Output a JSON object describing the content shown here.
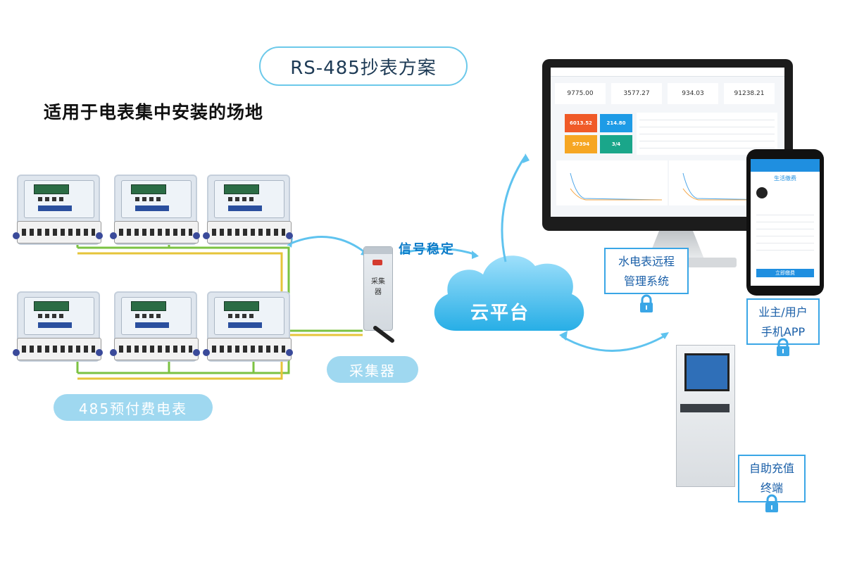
{
  "title": "RS-485抄表方案",
  "subtitle": "适用于电表集中安装的场地",
  "labels": {
    "meters": "485预付费电表",
    "collector": "采集器",
    "collector_device_text": "采集器",
    "signal": "信号稳定",
    "cloud": "云平台",
    "mgmt_system": [
      "水电表远程",
      "管理系统"
    ],
    "owner_app": [
      "业主/用户",
      "手机APP"
    ],
    "kiosk": [
      "自助充值",
      "终端"
    ]
  },
  "dashboard": {
    "stats": [
      "9775.00",
      "3577.27",
      "934.03",
      "91238.21"
    ],
    "tiles": [
      "6013.52",
      "214.80",
      "97394",
      "3/4"
    ]
  },
  "phone": {
    "header": "生活缴费",
    "button": "立即缴费"
  },
  "colors": {
    "accent": "#3aa6e6",
    "pill": "#9fd8f0",
    "tile_red": "#f05a28",
    "tile_blue": "#1e9be6",
    "tile_orange": "#f6a623",
    "tile_green": "#1aa68a",
    "wire_green": "#7bc242",
    "wire_yellow": "#e6c43a"
  },
  "icons": [
    "lock-icon",
    "cloud-icon",
    "bidirectional-arrow-icon",
    "antenna-icon"
  ]
}
